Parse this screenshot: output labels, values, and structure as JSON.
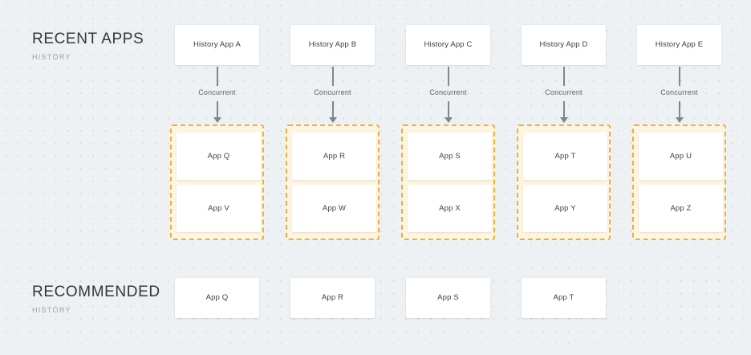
{
  "sections": [
    {
      "title": "RECENT APPS",
      "subtitle": "HISTORY"
    },
    {
      "title": "RECOMMENDED",
      "subtitle": "HISTORY"
    }
  ],
  "history_row": {
    "cards": [
      {
        "label": "History App A"
      },
      {
        "label": "History App B"
      },
      {
        "label": "History App C"
      },
      {
        "label": "History App D"
      },
      {
        "label": "History App E"
      }
    ]
  },
  "connectors": [
    {
      "label": "Concurrent"
    },
    {
      "label": "Concurrent"
    },
    {
      "label": "Concurrent"
    },
    {
      "label": "Concurrent"
    },
    {
      "label": "Concurrent"
    }
  ],
  "concurrent_groups": [
    {
      "cards": [
        {
          "label": "App Q"
        },
        {
          "label": "App V"
        }
      ]
    },
    {
      "cards": [
        {
          "label": "App R"
        },
        {
          "label": "App W"
        }
      ]
    },
    {
      "cards": [
        {
          "label": "App S"
        },
        {
          "label": "App X"
        }
      ]
    },
    {
      "cards": [
        {
          "label": "App T"
        },
        {
          "label": "App Y"
        }
      ]
    },
    {
      "cards": [
        {
          "label": "App U"
        },
        {
          "label": "App Z"
        }
      ]
    }
  ],
  "recommended_row": {
    "cards": [
      {
        "label": "App Q"
      },
      {
        "label": "App R"
      },
      {
        "label": "App S"
      },
      {
        "label": "App T"
      }
    ]
  },
  "colors": {
    "background": "#eef1f4",
    "card_background": "#ffffff",
    "group_border": "#e8b33c",
    "group_fill": "#fdf5e0",
    "connector": "#80868b",
    "heading_text": "#32363a",
    "subtitle_text": "#9aa0a6",
    "card_text": "#3c4043"
  }
}
